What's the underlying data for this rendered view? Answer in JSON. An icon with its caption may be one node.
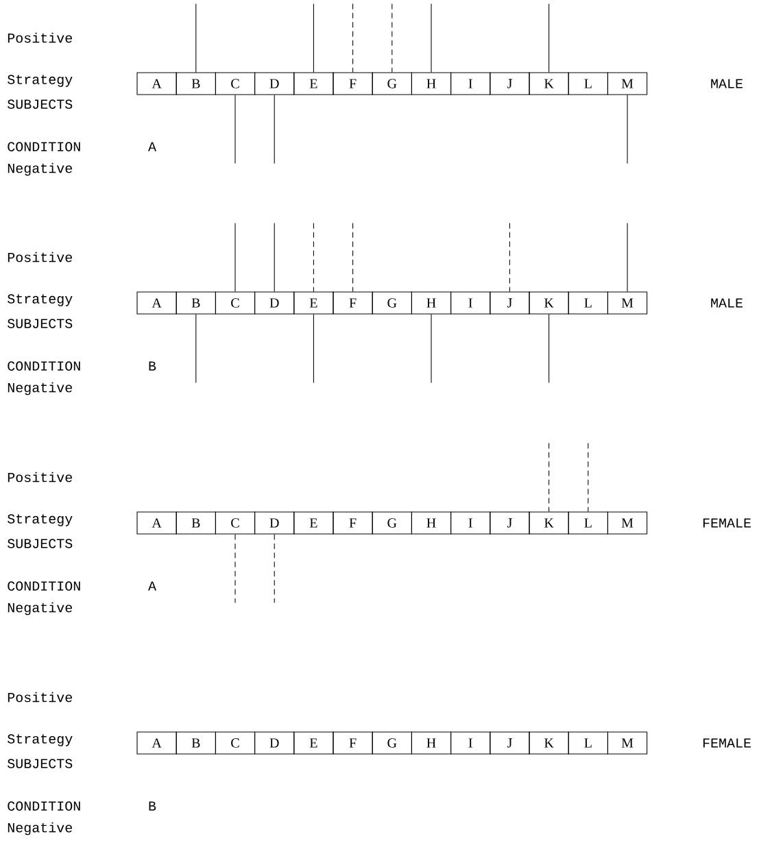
{
  "diagram": {
    "nodes": [
      {
        "text": [
          "A"
        ]
      },
      {
        "text": [
          "B"
        ]
      },
      {
        "text": [
          "C"
        ]
      },
      {
        "text": [
          "D"
        ]
      },
      {
        "text": [
          "E"
        ]
      },
      {
        "text": [
          "F"
        ]
      },
      {
        "text": [
          "G"
        ]
      },
      {
        "text": [
          "H"
        ]
      },
      {
        "text": [
          "I"
        ]
      },
      {
        "text": [
          "J"
        ]
      },
      {
        "text": [
          "K"
        ]
      },
      {
        "text": [
          "L"
        ]
      },
      {
        "text": [
          "M"
        ]
      },
      {
        "text": [
          "A"
        ]
      },
      {
        "text": [
          "B"
        ]
      },
      {
        "text": [
          "C"
        ]
      },
      {
        "text": [
          "D"
        ]
      },
      {
        "text": [
          "E"
        ]
      },
      {
        "text": [
          "F"
        ]
      },
      {
        "text": [
          "G"
        ]
      },
      {
        "text": [
          "H"
        ]
      },
      {
        "text": [
          "I"
        ]
      },
      {
        "text": [
          "J"
        ]
      },
      {
        "text": [
          "K"
        ]
      },
      {
        "text": [
          "L"
        ]
      },
      {
        "text": [
          "M"
        ]
      },
      {
        "text": [
          "A"
        ]
      },
      {
        "text": [
          "B"
        ]
      },
      {
        "text": [
          "C"
        ]
      },
      {
        "text": [
          "D"
        ]
      },
      {
        "text": [
          "E"
        ]
      },
      {
        "text": [
          "F"
        ]
      },
      {
        "text": [
          "G"
        ]
      },
      {
        "text": [
          "H"
        ]
      },
      {
        "text": [
          "I"
        ]
      },
      {
        "text": [
          "J"
        ]
      },
      {
        "text": [
          "K"
        ]
      },
      {
        "text": [
          "L"
        ]
      },
      {
        "text": [
          "M"
        ]
      },
      {
        "text": [
          "A"
        ]
      },
      {
        "text": [
          "B"
        ]
      },
      {
        "text": [
          "C"
        ]
      },
      {
        "text": [
          "D"
        ]
      },
      {
        "text": [
          "E"
        ]
      },
      {
        "text": [
          "F"
        ]
      },
      {
        "text": [
          "G"
        ]
      },
      {
        "text": [
          "H"
        ]
      },
      {
        "text": [
          "I"
        ]
      },
      {
        "text": [
          "J"
        ]
      },
      {
        "text": [
          "K"
        ]
      },
      {
        "text": [
          "L"
        ]
      },
      {
        "text": [
          "M"
        ]
      }
    ],
    "edges": [
      {
        "from": null,
        "to": 1,
        "arrow": "none"
      },
      {
        "from": null,
        "to": 4,
        "arrow": "none"
      },
      {
        "from": null,
        "to": 5,
        "arrow": "none",
        "style": "dashed"
      },
      {
        "from": null,
        "to": 6,
        "arrow": "none",
        "style": "dashed"
      },
      {
        "from": null,
        "to": 7,
        "arrow": "none"
      },
      {
        "from": null,
        "to": 10,
        "arrow": "none"
      },
      {
        "from": 2,
        "to": null,
        "arrow": "none"
      },
      {
        "from": 3,
        "to": null,
        "arrow": "none"
      },
      {
        "from": 12,
        "to": null,
        "arrow": "none"
      },
      {
        "from": null,
        "to": 15,
        "arrow": "none"
      },
      {
        "from": null,
        "to": 16,
        "arrow": "none"
      },
      {
        "from": null,
        "to": 17,
        "arrow": "none",
        "style": "dashed"
      },
      {
        "from": null,
        "to": 18,
        "arrow": "none",
        "style": "dashed"
      },
      {
        "from": null,
        "to": 22,
        "arrow": "none",
        "style": "dashed"
      },
      {
        "from": null,
        "to": 25,
        "arrow": "none"
      },
      {
        "from": 14,
        "to": null,
        "arrow": "none"
      },
      {
        "from": 17,
        "to": null,
        "arrow": "none"
      },
      {
        "from": 20,
        "to": null,
        "arrow": "none"
      },
      {
        "from": 23,
        "to": null,
        "arrow": "none"
      },
      {
        "from": null,
        "to": 36,
        "arrow": "none",
        "style": "dashed"
      },
      {
        "from": null,
        "to": 37,
        "arrow": "none",
        "style": "dashed"
      },
      {
        "from": 28,
        "to": null,
        "arrow": "none",
        "style": "dashed"
      },
      {
        "from": 29,
        "to": null,
        "arrow": "none",
        "style": "dashed"
      }
    ],
    "labels": [
      "Positive",
      "Strategy",
      "MALE",
      "SUBJECTS",
      "CONDITION",
      "A",
      "Negative",
      "Positive",
      "Strategy",
      "MALE",
      "SUBJECTS",
      "CONDITION",
      "B",
      "Negative",
      "Positive",
      "Strategy",
      "FEMALE",
      "SUBJECTS",
      "CONDITION",
      "A",
      "Negative",
      "Positive",
      "Strategy",
      "FEMALE",
      "SUBJECTS",
      "CONDITION",
      "B",
      "Negative"
    ]
  }
}
